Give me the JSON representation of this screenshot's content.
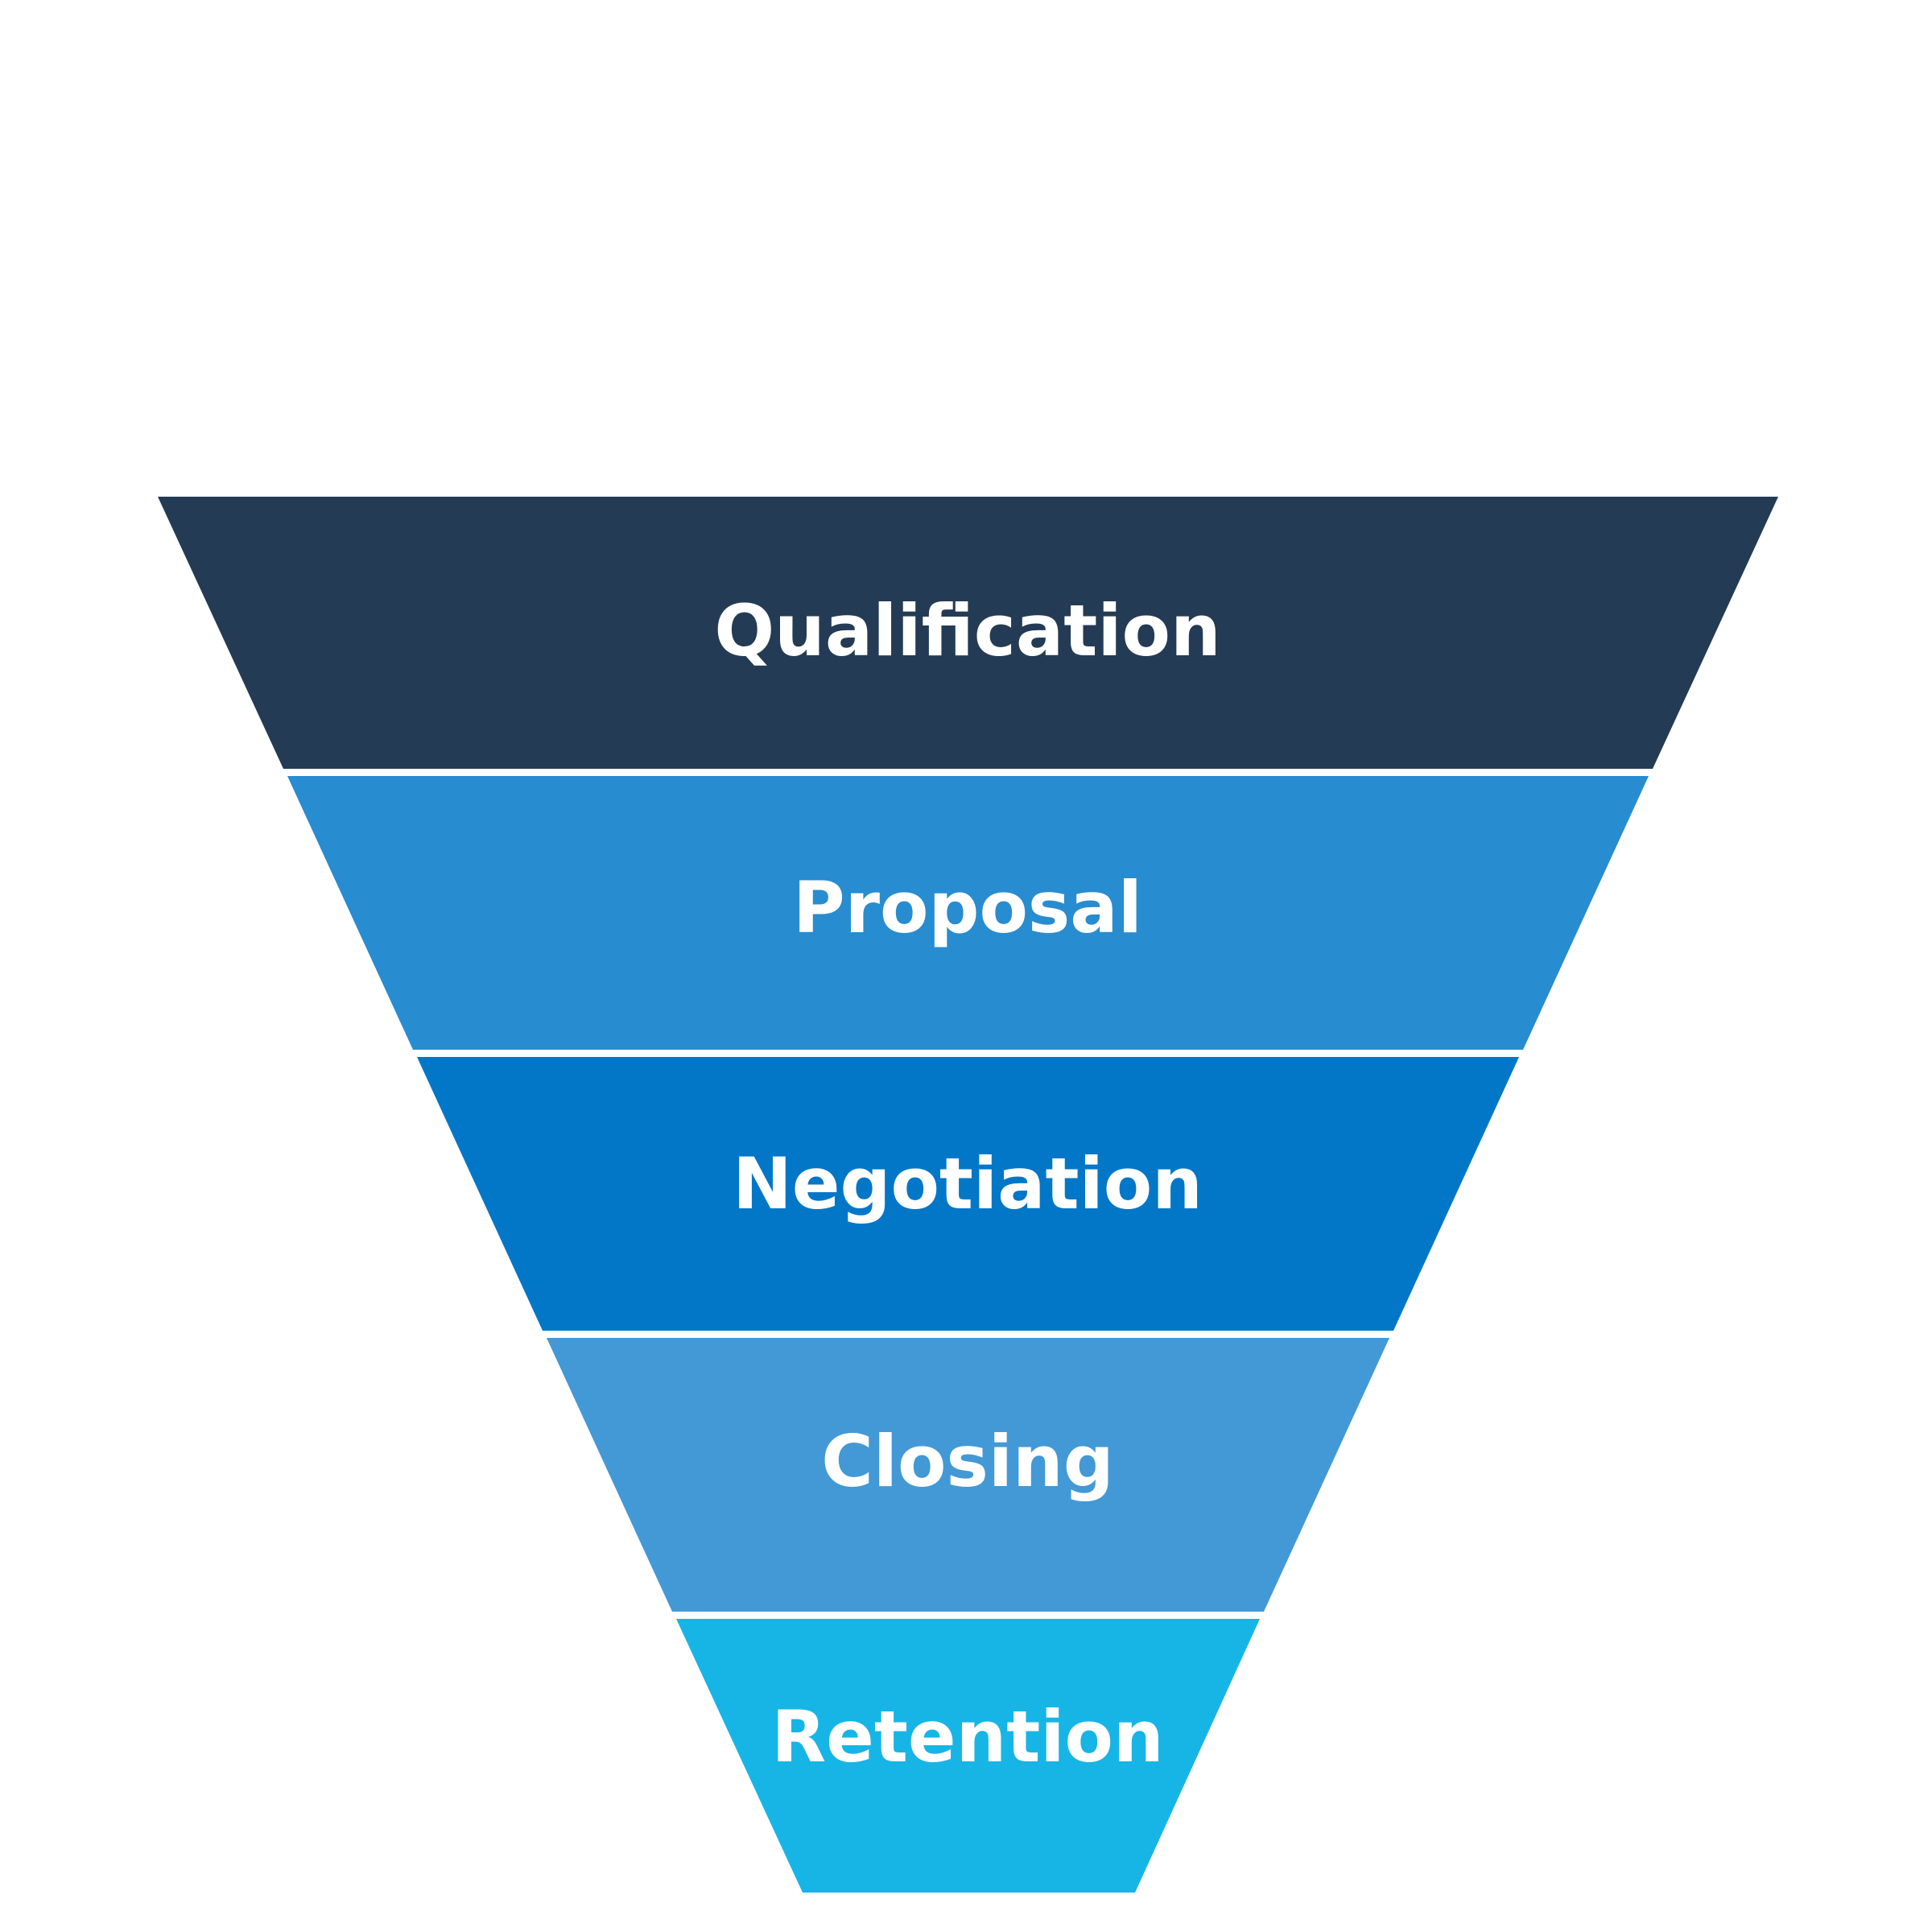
{
  "funnel": {
    "stages": [
      {
        "label": "Qualification",
        "color": "#243B55"
      },
      {
        "label": "Proposal",
        "color": "#288CD0"
      },
      {
        "label": "Negotiation",
        "color": "#0277C8"
      },
      {
        "label": "Closing",
        "color": "#4399D6"
      },
      {
        "label": "Retention",
        "color": "#17B5E6"
      }
    ]
  }
}
